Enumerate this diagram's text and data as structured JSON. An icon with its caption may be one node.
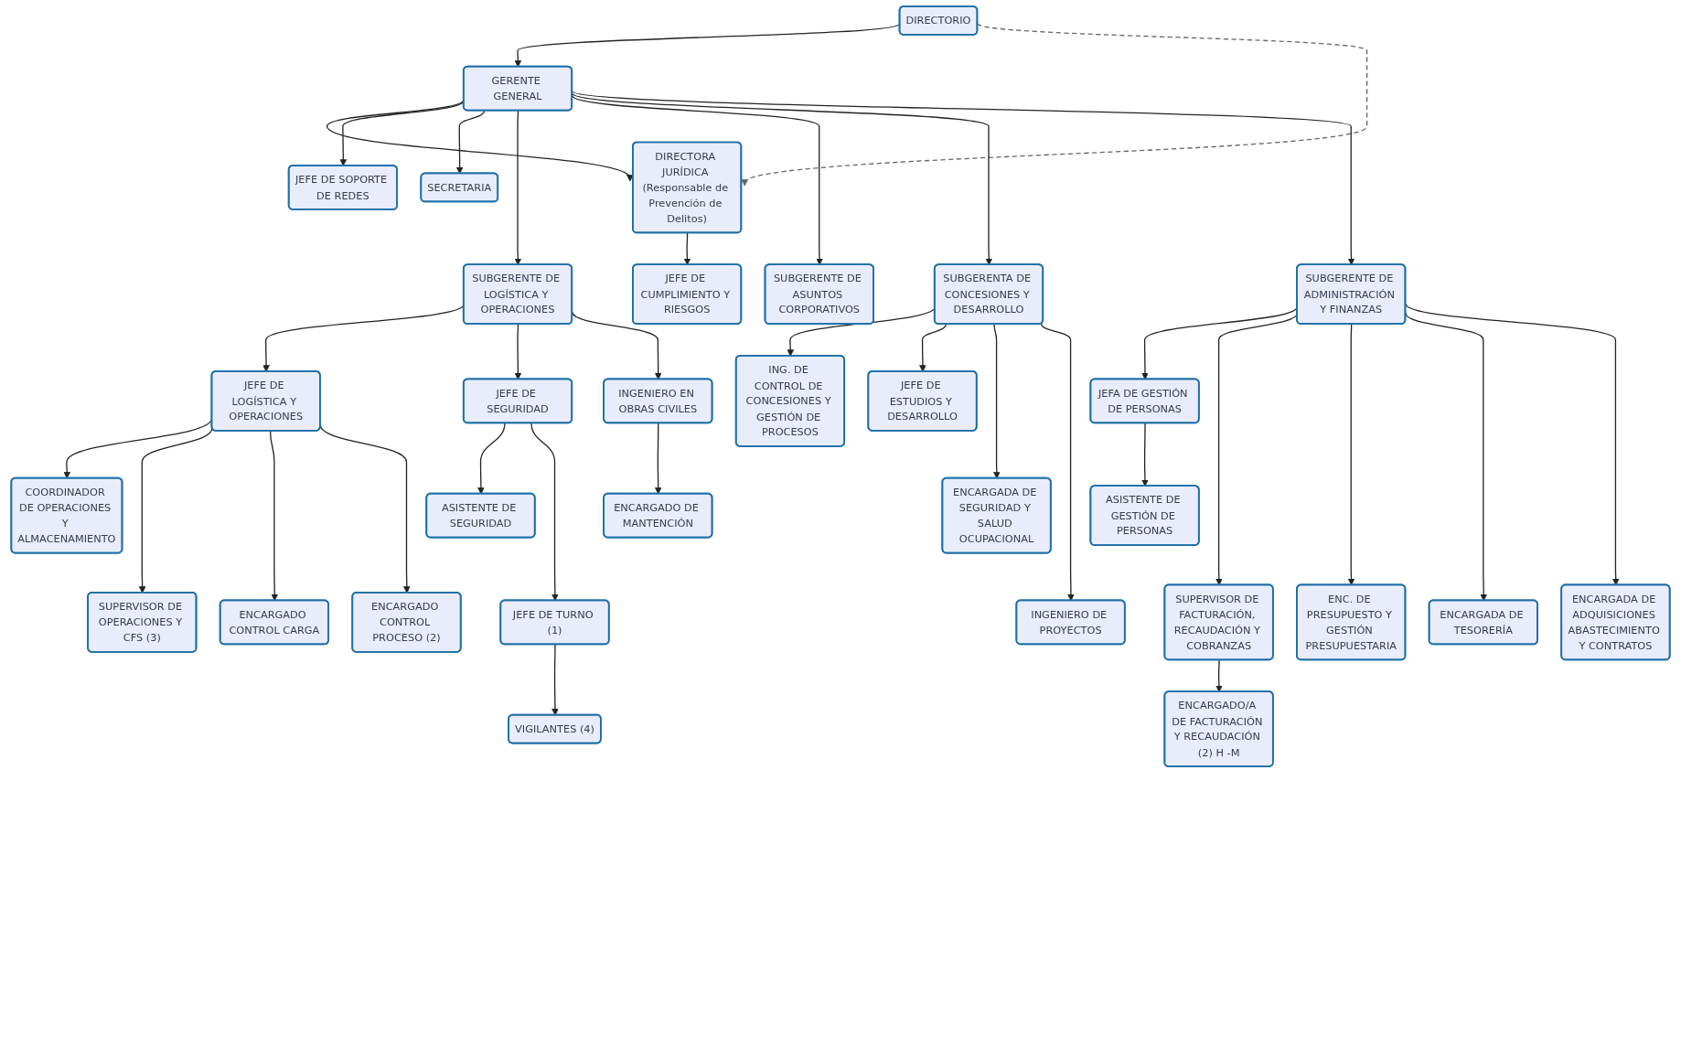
{
  "diagram": {
    "nodes": [
      {
        "text": [
          "DIRECTORIO"
        ]
      },
      {
        "text": [
          "GERENTE GENERAL"
        ]
      },
      {
        "text": [
          "DIRECTORA JURÍDICA (Responsable de Prevención de Delitos)"
        ]
      },
      {
        "text": [
          "JEFE DE SOPORTE DE REDES"
        ]
      },
      {
        "text": [
          "SECRETARIA"
        ]
      },
      {
        "text": [
          "JEFE DE CUMPLIMIENTO Y RIESGOS"
        ]
      },
      {
        "text": [
          "SUBGERENTE DE LOGÍSTICA Y OPERACIONES"
        ]
      },
      {
        "text": [
          "SUBGERENTE DE ASUNTOS CORPORATIVOS"
        ]
      },
      {
        "text": [
          "SUBGERENTA DE CONCESIONES Y DESARROLLO"
        ]
      },
      {
        "text": [
          "SUBGERENTE DE ADMINISTRACIÓN Y FINANZAS"
        ]
      },
      {
        "text": [
          "JEFE DE LOGÍSTICA Y OPERACIONES"
        ]
      },
      {
        "text": [
          "JEFE DE SEGURIDAD"
        ]
      },
      {
        "text": [
          "JEFE DE ESTUDIOS Y DESARROLLO"
        ]
      },
      {
        "text": [
          "JEFA DE GESTIÓN DE PERSONAS"
        ]
      },
      {
        "text": [
          "INGENIERO EN OBRAS CIVILES"
        ]
      },
      {
        "text": [
          "ING. DE CONTROL DE CONCESIONES Y GESTIÓN DE PROCESOS"
        ]
      },
      {
        "text": [
          "ASISTENTE DE SEGURIDAD"
        ]
      },
      {
        "text": [
          "ASISTENTE DE GESTIÓN DE PERSONAS"
        ]
      },
      {
        "text": [
          "COORDINADOR DE OPERACIONES Y ALMACENAMIENTO"
        ]
      },
      {
        "text": [
          "ENCARGADA DE SEGURIDAD Y SALUD OCUPACIONAL"
        ]
      },
      {
        "text": [
          "JEFE DE TURNO (1)"
        ]
      },
      {
        "text": [
          "ENCARGADO DE MANTENCIÓN"
        ]
      },
      {
        "text": [
          "SUPERVISOR DE FACTURACIÓN, RECAUDACIÓN Y COBRANZAS"
        ]
      },
      {
        "text": [
          "ENC. DE PRESUPUESTO Y GESTIÓN PRESUPUESTARIA"
        ]
      },
      {
        "text": [
          "ENCARGADA DE TESORERÍA"
        ]
      },
      {
        "text": [
          "ENCARGADA DE ADQUISICIONES ABASTECIMIENTO Y CONTRATOS"
        ]
      },
      {
        "text": [
          "INGENIERO DE PROYECTOS"
        ]
      },
      {
        "text": [
          "SUPERVISOR DE OPERACIONES Y CFS (3)"
        ]
      },
      {
        "text": [
          "ENCARGADO CONTROL CARGA"
        ]
      },
      {
        "text": [
          "ENCARGADO CONTROL PROCESO (2)"
        ]
      },
      {
        "text": [
          "VIGILANTES (4)"
        ]
      },
      {
        "text": [
          "ENCARGADO/A DE FACTURACIÓN Y RECAUDACIÓN (2) H -M"
        ]
      }
    ],
    "edges": [
      {
        "from": 0,
        "to": 1,
        "arrow": "to"
      },
      {
        "from": 0,
        "to": 2,
        "arrow": "to",
        "style": "dashed",
        "color": "#666666"
      },
      {
        "from": 1,
        "to": 2,
        "arrow": "to"
      },
      {
        "from": 1,
        "to": 3,
        "arrow": "to"
      },
      {
        "from": 1,
        "to": 4,
        "arrow": "to"
      },
      {
        "from": 2,
        "to": 5,
        "arrow": "to"
      },
      {
        "from": 1,
        "to": 6,
        "arrow": "to"
      },
      {
        "from": 1,
        "to": 7,
        "arrow": "to"
      },
      {
        "from": 1,
        "to": 8,
        "arrow": "to"
      },
      {
        "from": 1,
        "to": 9,
        "arrow": "to"
      },
      {
        "from": 6,
        "to": 10,
        "arrow": "to"
      },
      {
        "from": 6,
        "to": 11,
        "arrow": "to"
      },
      {
        "from": 6,
        "to": 14,
        "arrow": "to"
      },
      {
        "from": 10,
        "to": 18,
        "arrow": "to"
      },
      {
        "from": 10,
        "to": 27,
        "arrow": "to"
      },
      {
        "from": 10,
        "to": 28,
        "arrow": "to"
      },
      {
        "from": 10,
        "to": 29,
        "arrow": "to"
      },
      {
        "from": 11,
        "to": 16,
        "arrow": "to"
      },
      {
        "from": 11,
        "to": 20,
        "arrow": "to"
      },
      {
        "from": 20,
        "to": 30,
        "arrow": "to"
      },
      {
        "from": 14,
        "to": 21,
        "arrow": "to"
      },
      {
        "from": 8,
        "to": 15,
        "arrow": "to"
      },
      {
        "from": 8,
        "to": 12,
        "arrow": "to"
      },
      {
        "from": 8,
        "to": 19,
        "arrow": "to"
      },
      {
        "from": 8,
        "to": 26,
        "arrow": "to"
      },
      {
        "from": 9,
        "to": 13,
        "arrow": "to"
      },
      {
        "from": 13,
        "to": 17,
        "arrow": "to"
      },
      {
        "from": 9,
        "to": 22,
        "arrow": "to"
      },
      {
        "from": 9,
        "to": 23,
        "arrow": "to"
      },
      {
        "from": 9,
        "to": 24,
        "arrow": "to"
      },
      {
        "from": 9,
        "to": 25,
        "arrow": "to"
      },
      {
        "from": 22,
        "to": 31,
        "arrow": "to"
      }
    ]
  }
}
